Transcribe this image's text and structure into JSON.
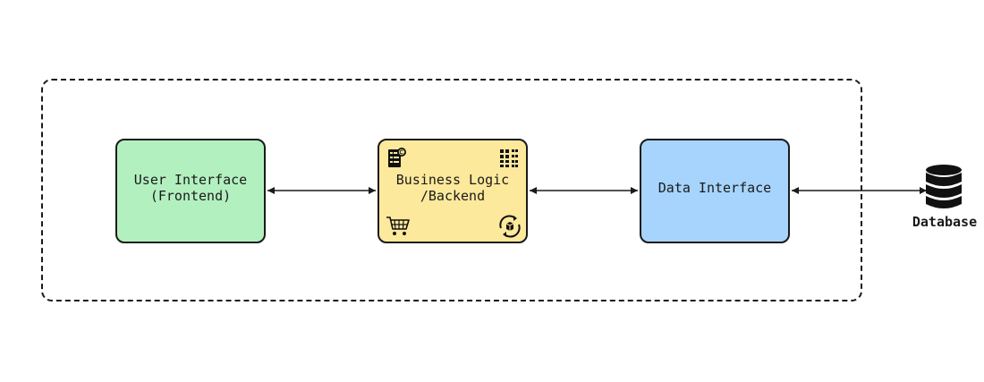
{
  "diagram": {
    "nodes": [
      {
        "id": "user-interface",
        "label": "User Interface\n(Frontend)",
        "color": "#b3f0c0"
      },
      {
        "id": "business-logic",
        "label": "Business Logic\n/Backend",
        "color": "#fde99c"
      },
      {
        "id": "data-interface",
        "label": "Data Interface",
        "color": "#a6d4fc"
      }
    ],
    "database": {
      "label": "Database",
      "icon": "database-icon"
    },
    "business_logic_icons": [
      "document-list-icon",
      "grid-dots-icon",
      "shopping-cart-icon",
      "box-sync-icon"
    ],
    "edges": [
      {
        "from": "user-interface",
        "to": "business-logic",
        "direction": "bidirectional"
      },
      {
        "from": "business-logic",
        "to": "data-interface",
        "direction": "bidirectional"
      },
      {
        "from": "data-interface",
        "to": "database",
        "direction": "bidirectional"
      }
    ],
    "colors": {
      "stroke": "#1a1a1a",
      "frontend": "#b3f0c0",
      "backend": "#fde99c",
      "data": "#a6d4fc"
    }
  }
}
